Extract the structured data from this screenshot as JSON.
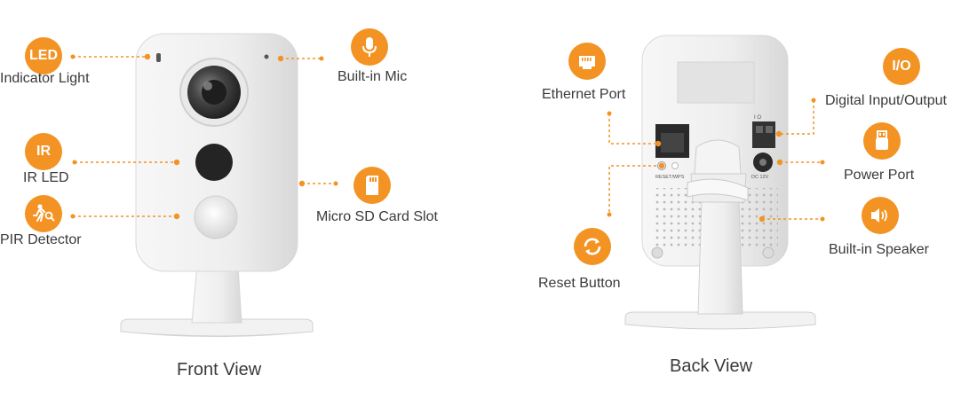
{
  "colors": {
    "accent": "#F39323",
    "body": "#EEEEEE",
    "shadow": "#D0D0D0",
    "dark": "#2A2A2A",
    "text": "#3A3A3A"
  },
  "front_view": {
    "title": "Front View",
    "callouts": [
      {
        "id": "led",
        "label": "Indicator Light",
        "badge_text": "LED",
        "icon": "led-text-icon"
      },
      {
        "id": "mic",
        "label": "Built-in Mic",
        "badge_text": "",
        "icon": "microphone-icon"
      },
      {
        "id": "ir",
        "label": "IR LED",
        "badge_text": "IR",
        "icon": "ir-text-icon"
      },
      {
        "id": "sd",
        "label": "Micro SD Card Slot",
        "badge_text": "",
        "icon": "sd-card-icon"
      },
      {
        "id": "pir",
        "label": "PIR Detector",
        "badge_text": "",
        "icon": "running-person-icon"
      }
    ]
  },
  "back_view": {
    "title": "Back View",
    "callouts": [
      {
        "id": "eth",
        "label": "Ethernet Port",
        "badge_text": "",
        "icon": "ethernet-port-icon"
      },
      {
        "id": "io",
        "label": "Digital Input/Output",
        "badge_text": "I/O",
        "icon": "io-text-icon"
      },
      {
        "id": "power",
        "label": "Power Port",
        "badge_text": "",
        "icon": "usb-plug-icon"
      },
      {
        "id": "speaker",
        "label": "Built-in Speaker",
        "badge_text": "",
        "icon": "speaker-icon"
      },
      {
        "id": "reset",
        "label": "Reset Button",
        "badge_text": "",
        "icon": "reset-arrows-icon"
      }
    ],
    "panel_labels": {
      "reset_text": "RESET/WPS",
      "power_text": "DC 12V",
      "io_text": "I  O"
    }
  }
}
